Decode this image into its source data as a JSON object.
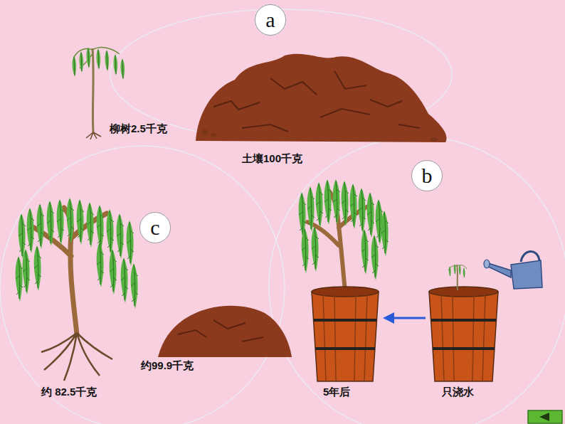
{
  "diagram": {
    "nodes": [
      {
        "text": [
          "a"
        ]
      },
      {
        "text": [
          "b"
        ]
      },
      {
        "text": [
          "c"
        ]
      }
    ],
    "labels": [
      "柳树2.5千克",
      "土壤100千克",
      "约99.9千克",
      "约 82.5千克",
      "5年后",
      "只浇水"
    ]
  }
}
